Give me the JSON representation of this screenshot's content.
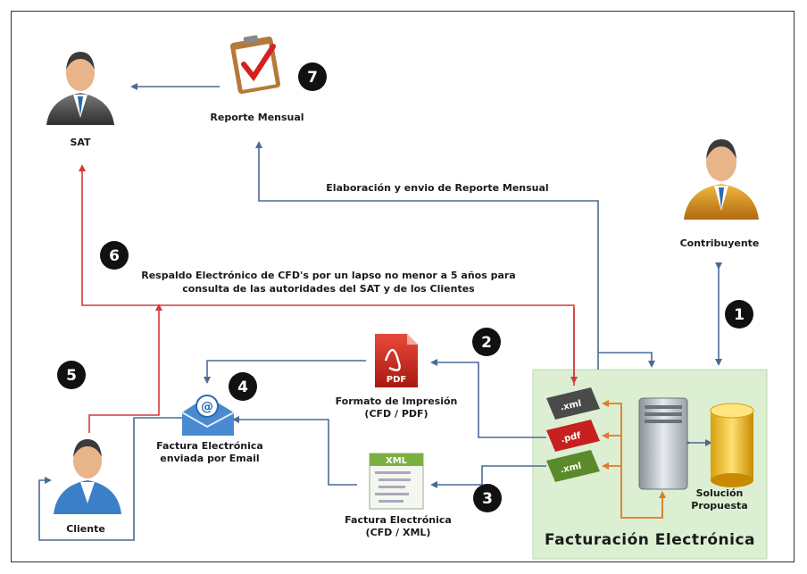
{
  "nodes": {
    "sat": "SAT",
    "reporte": "Reporte Mensual",
    "contribuyente": "Contribuyente",
    "formato_line1": "Formato de Impresión",
    "formato_line2": "(CFD / PDF)",
    "factura_email_line1": "Factura Electrónica",
    "factura_email_line2": "enviada por Email",
    "factura_xml_line1": "Factura Electrónica",
    "factura_xml_line2": "(CFD / XML)",
    "cliente": "Cliente",
    "solucion_line1": "Solución",
    "solucion_line2": "Propuesta",
    "facturacion": "Facturación  Electrónica"
  },
  "edges": {
    "elaboracion": "Elaboración y envio de Reporte Mensual",
    "respaldo_line1": "Respaldo Electrónico de CFD's por un lapso no menor a 5 años para",
    "respaldo_line2": "consulta de las autoridades del SAT y de los Clientes"
  },
  "steps": [
    "1",
    "2",
    "3",
    "4",
    "5",
    "6",
    "7"
  ],
  "icons": {
    "pdf_label": "PDF",
    "xml_label": "XML",
    "file_xml": ".xml",
    "file_pdf": ".pdf"
  },
  "colors": {
    "blue_line": "#4a6a96",
    "red_line": "#d33a3a",
    "orange_line": "#e07a2a",
    "green_box": "#dcefd2"
  }
}
